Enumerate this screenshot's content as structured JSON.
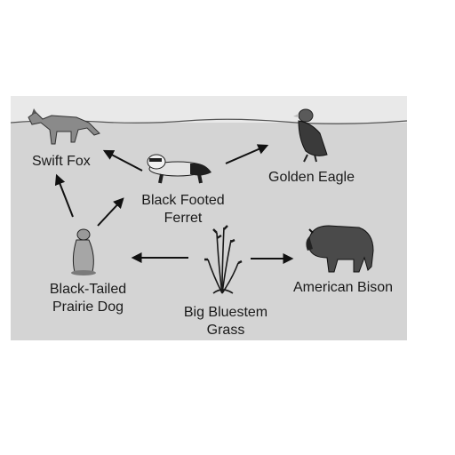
{
  "labels": {
    "swift_fox": "Swift Fox",
    "black_footed_ferret": "Black Footed\nFerret",
    "golden_eagle": "Golden Eagle",
    "prairie_dog": "Black-Tailed\nPrairie Dog",
    "bluestem_grass": "Big Bluestem\nGrass",
    "american_bison": "American Bison"
  },
  "colors": {
    "background": "#d4d4d4",
    "sky": "#e9e9e9",
    "animal_dark": "#2e2e2e",
    "animal_mid": "#7a7a7a",
    "animal_light": "#b5b5b5",
    "arrow": "#111111"
  }
}
